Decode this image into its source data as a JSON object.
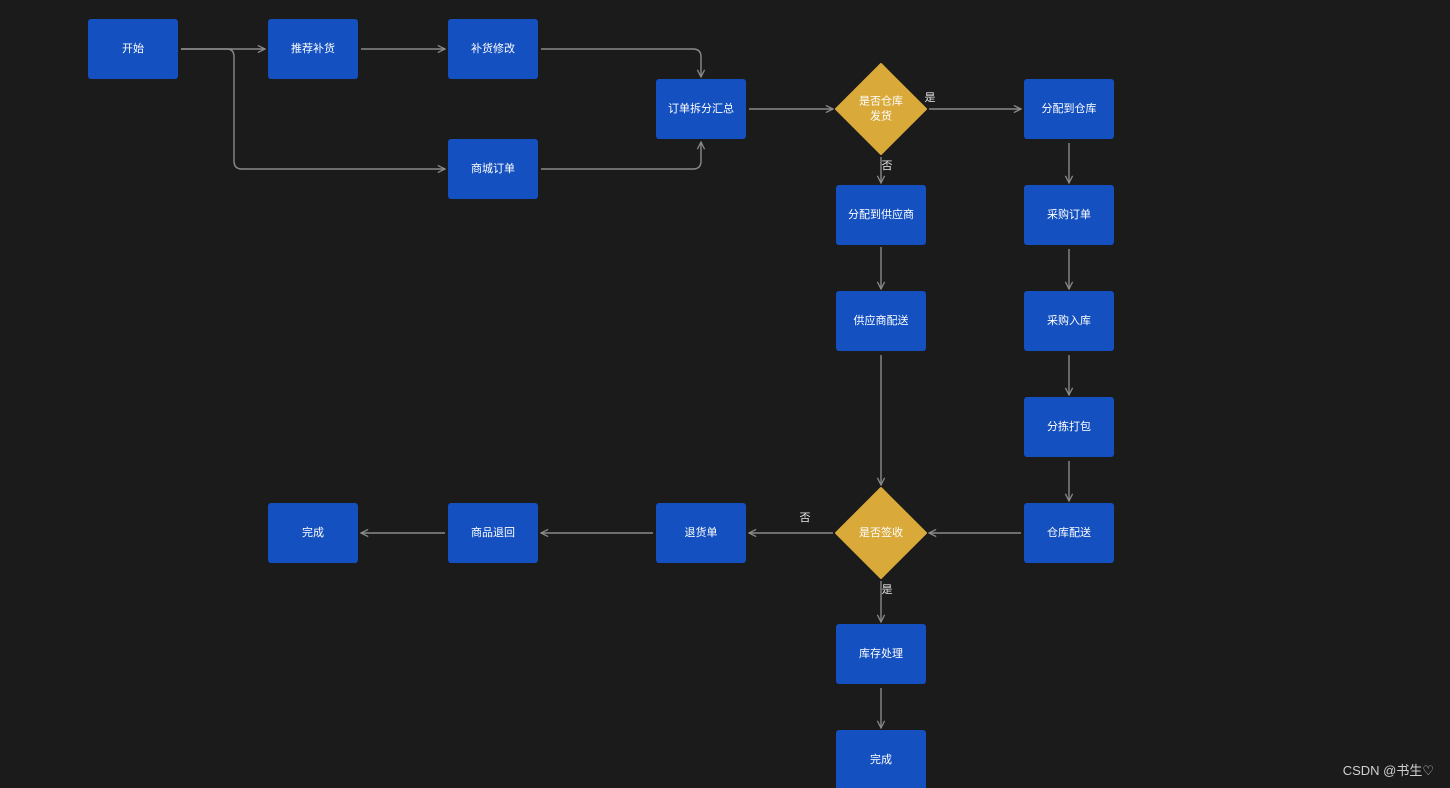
{
  "colors": {
    "background": "#1b1b1b",
    "process_fill": "#1450bf",
    "decision_fill": "#d9a93a",
    "edge": "#8a8a8a",
    "text": "#ffffff"
  },
  "nodes": [
    {
      "id": "start",
      "label": "开始",
      "shape": "process"
    },
    {
      "id": "recommend",
      "label": "推荐补货",
      "shape": "process"
    },
    {
      "id": "modify",
      "label": "补货修改",
      "shape": "process"
    },
    {
      "id": "mall-order",
      "label": "商城订单",
      "shape": "process"
    },
    {
      "id": "split",
      "label": "订单拆分汇总",
      "shape": "process"
    },
    {
      "id": "dec-warehouse",
      "label": [
        "是否仓库",
        "发货"
      ],
      "shape": "decision"
    },
    {
      "id": "assign-warehouse",
      "label": "分配到仓库",
      "shape": "process"
    },
    {
      "id": "assign-supplier",
      "label": "分配到供应商",
      "shape": "process"
    },
    {
      "id": "supplier-deliver",
      "label": "供应商配送",
      "shape": "process"
    },
    {
      "id": "purchase-order",
      "label": "采购订单",
      "shape": "process"
    },
    {
      "id": "purchase-in",
      "label": "采购入库",
      "shape": "process"
    },
    {
      "id": "sort-pack",
      "label": "分拣打包",
      "shape": "process"
    },
    {
      "id": "warehouse-deliver",
      "label": "仓库配送",
      "shape": "process"
    },
    {
      "id": "dec-sign",
      "label": "是否签收",
      "shape": "decision"
    },
    {
      "id": "return-order",
      "label": "退货单",
      "shape": "process"
    },
    {
      "id": "goods-return",
      "label": "商品退回",
      "shape": "process"
    },
    {
      "id": "done-left",
      "label": "完成",
      "shape": "process"
    },
    {
      "id": "stock",
      "label": "库存处理",
      "shape": "process"
    },
    {
      "id": "done-bottom",
      "label": "完成",
      "shape": "process"
    }
  ],
  "edges": [
    {
      "from": "start",
      "to": "recommend",
      "label": ""
    },
    {
      "from": "start",
      "to": "mall-order",
      "label": ""
    },
    {
      "from": "recommend",
      "to": "modify",
      "label": ""
    },
    {
      "from": "modify",
      "to": "split",
      "label": ""
    },
    {
      "from": "mall-order",
      "to": "split",
      "label": ""
    },
    {
      "from": "split",
      "to": "dec-warehouse",
      "label": ""
    },
    {
      "from": "dec-warehouse",
      "to": "assign-warehouse",
      "label": "是"
    },
    {
      "from": "dec-warehouse",
      "to": "assign-supplier",
      "label": "否"
    },
    {
      "from": "assign-supplier",
      "to": "supplier-deliver",
      "label": ""
    },
    {
      "from": "supplier-deliver",
      "to": "dec-sign",
      "label": ""
    },
    {
      "from": "assign-warehouse",
      "to": "purchase-order",
      "label": ""
    },
    {
      "from": "purchase-order",
      "to": "purchase-in",
      "label": ""
    },
    {
      "from": "purchase-in",
      "to": "sort-pack",
      "label": ""
    },
    {
      "from": "sort-pack",
      "to": "warehouse-deliver",
      "label": ""
    },
    {
      "from": "warehouse-deliver",
      "to": "dec-sign",
      "label": ""
    },
    {
      "from": "dec-sign",
      "to": "return-order",
      "label": "否"
    },
    {
      "from": "return-order",
      "to": "goods-return",
      "label": ""
    },
    {
      "from": "goods-return",
      "to": "done-left",
      "label": ""
    },
    {
      "from": "dec-sign",
      "to": "stock",
      "label": "是"
    },
    {
      "from": "stock",
      "to": "done-bottom",
      "label": ""
    }
  ],
  "watermark": "CSDN @书生♡"
}
